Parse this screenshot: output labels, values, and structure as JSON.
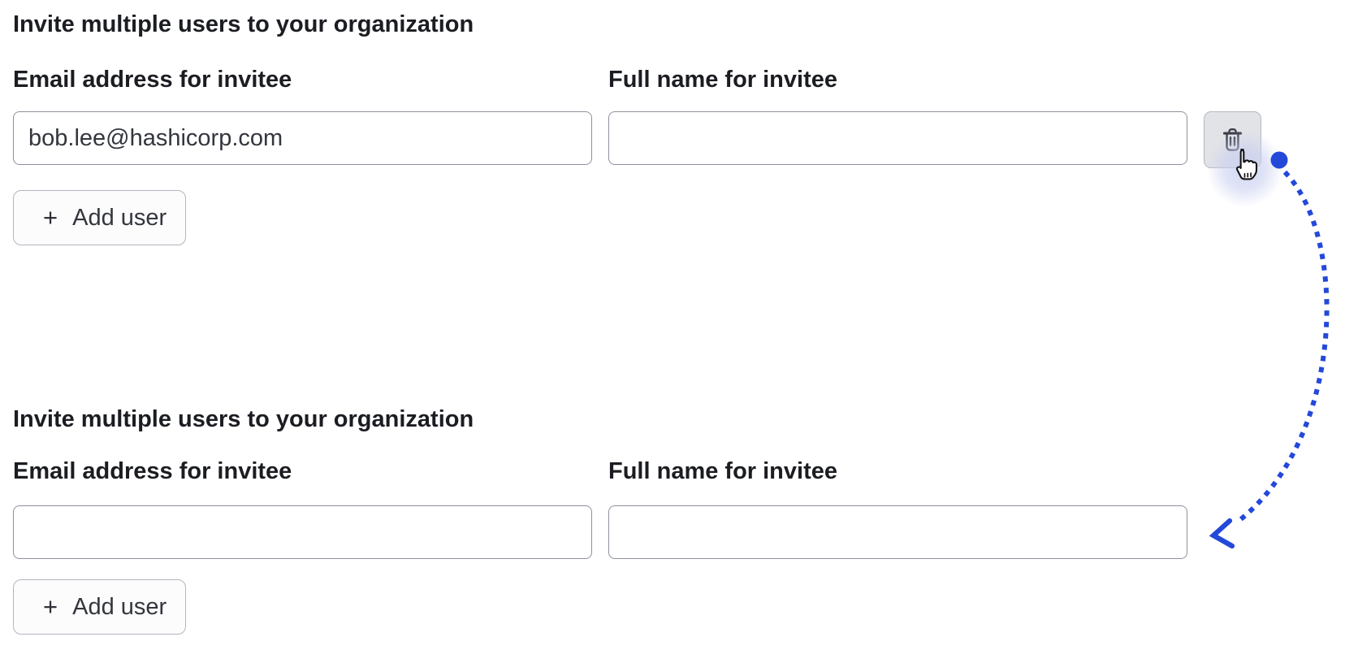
{
  "colors": {
    "accent-blue": "#2448d8",
    "glow-lavender": "#c8cef0",
    "input-border": "#8f929e",
    "button-border": "#b4b6be",
    "button-bg": "#fcfcfd",
    "trash-button-bg": "#e2e3e7",
    "trash-button-border": "#b6b8c0",
    "text-dark": "#1b1d22",
    "text-input": "#33363d",
    "icon-stroke": "#3d4048"
  },
  "sections": [
    {
      "heading": "Invite multiple users to your organization",
      "email_field": {
        "label": "Email address for invitee",
        "value": "bob.lee@hashicorp.com"
      },
      "name_field": {
        "label": "Full name for invitee",
        "value": ""
      },
      "delete_row_icon": "trash-icon",
      "add_user_button": {
        "plus": "+",
        "label": "Add user"
      }
    },
    {
      "heading": "Invite multiple users to your organization",
      "email_field": {
        "label": "Email address for invitee",
        "value": ""
      },
      "name_field": {
        "label": "Full name for invitee",
        "value": ""
      },
      "add_user_button": {
        "plus": "+",
        "label": "Add user"
      }
    }
  ],
  "annotation": {
    "cursor_icon": "hand-pointer-cursor",
    "arrow_icon": "dotted-arrow"
  }
}
